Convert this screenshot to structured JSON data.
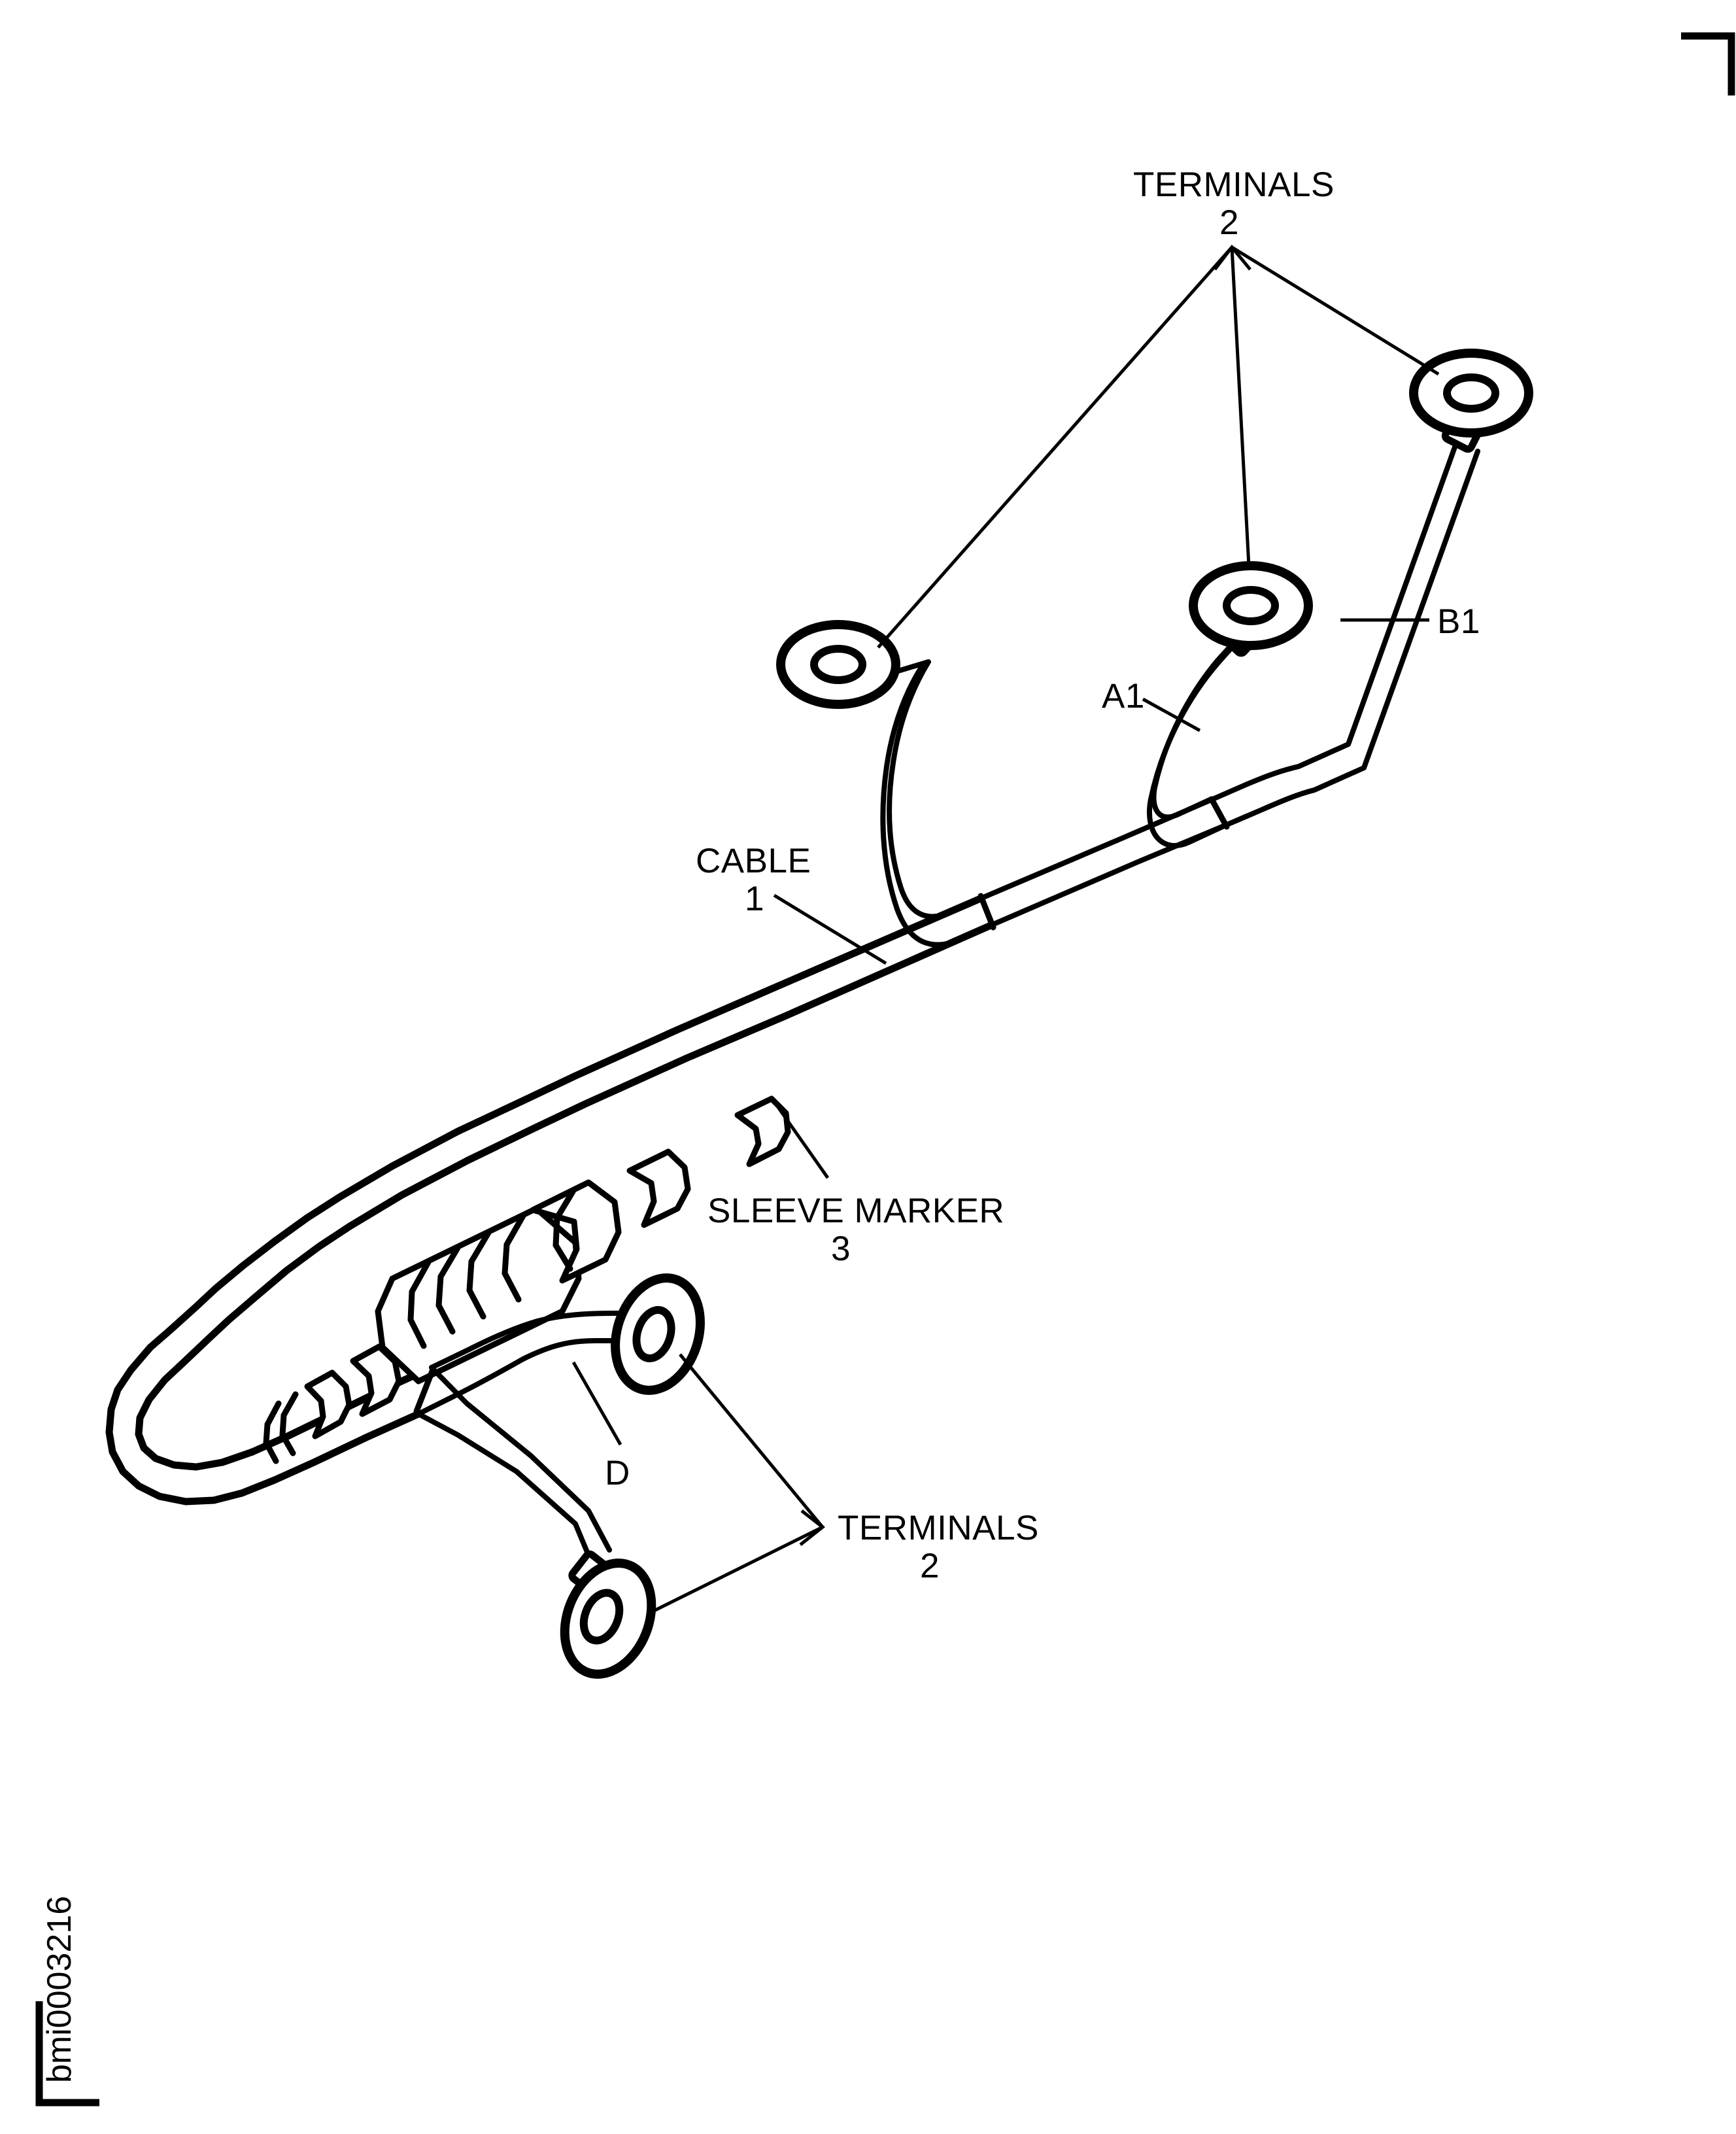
{
  "figure": {
    "code": "bmi0003216",
    "type": "parts-illustration",
    "background": "#ffffff",
    "ink": "#000000"
  },
  "callouts": {
    "terminals_top": {
      "name": "TERMINALS",
      "item_number": "2"
    },
    "terminals_bottom": {
      "name": "TERMINALS",
      "item_number": "2"
    },
    "cable": {
      "name": "CABLE",
      "item_number": "1"
    },
    "sleeve_marker": {
      "name": "SLEEVE MARKER",
      "item_number": "3"
    }
  },
  "wire_tags": {
    "a1": "A1",
    "b1": "B1",
    "d": "D"
  },
  "terminals": [
    {
      "id": "upper-right",
      "tag": "B1"
    },
    {
      "id": "upper-middle",
      "tag": "A1"
    },
    {
      "id": "upper-left",
      "tag": ""
    },
    {
      "id": "lower-upper",
      "tag": "D"
    },
    {
      "id": "lower-lower",
      "tag": ""
    }
  ],
  "registration_marks": {
    "top_right": "corner-bracket",
    "bottom_left": "corner-bracket"
  }
}
